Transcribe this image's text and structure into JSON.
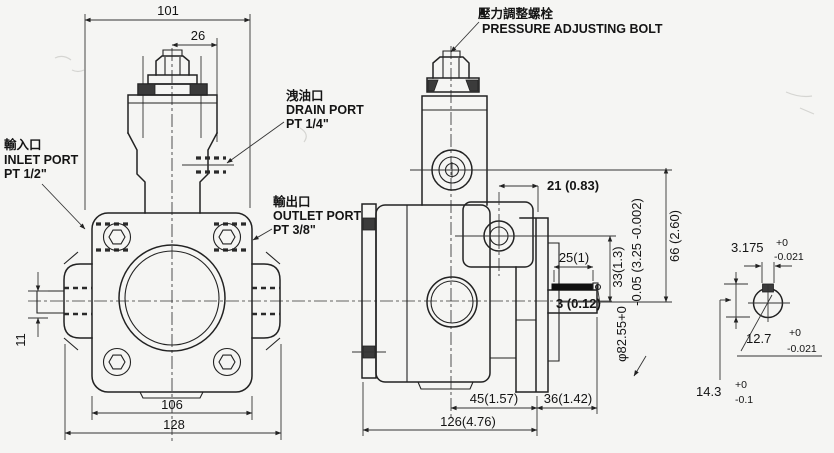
{
  "colors": {
    "background": "#f5f5f3",
    "ink": "#222222"
  },
  "callouts": {
    "pressure_bolt": {
      "zh": "壓力調整螺栓",
      "en": "PRESSURE ADJUSTING BOLT"
    },
    "drain_port": {
      "zh": "洩油口",
      "en": "DRAIN PORT",
      "thread": "PT 1/4\""
    },
    "inlet_port": {
      "zh": "輸入口",
      "en": "INLET PORT",
      "thread": "PT 1/2\""
    },
    "outlet_port": {
      "zh": "輸出口",
      "en": "OUTLET PORT",
      "thread": "PT 3/8\""
    }
  },
  "dims_front": {
    "overall_top": "101",
    "adjuster_offset": "26",
    "side_boss": "11",
    "flange_width": "106",
    "overall_width": "128"
  },
  "dims_side": {
    "outlet_offset": "21 (0.83)",
    "key_length": "25(1)",
    "key_height": "3 (0.12)",
    "outlet_height": "33(1.3)",
    "adjuster_height": "66 (2.60)",
    "body_length": "45(1.57)",
    "shaft_length": "36(1.42)",
    "overall_length": "126(4.76)",
    "pilot_dia_line1": "φ82.55+0",
    "pilot_dia_line2": "-0.05 (3.25 -0.002)"
  },
  "dims_shaft_detail": {
    "key_width": "3.175",
    "key_width_plus": "+0",
    "key_width_minus": "-0.021",
    "key_seat": "12.7",
    "key_seat_plus": "+0",
    "key_seat_minus": "-0.021",
    "shaft_flat": "14.3",
    "shaft_flat_plus": "+0",
    "shaft_flat_minus": "-0.1"
  }
}
